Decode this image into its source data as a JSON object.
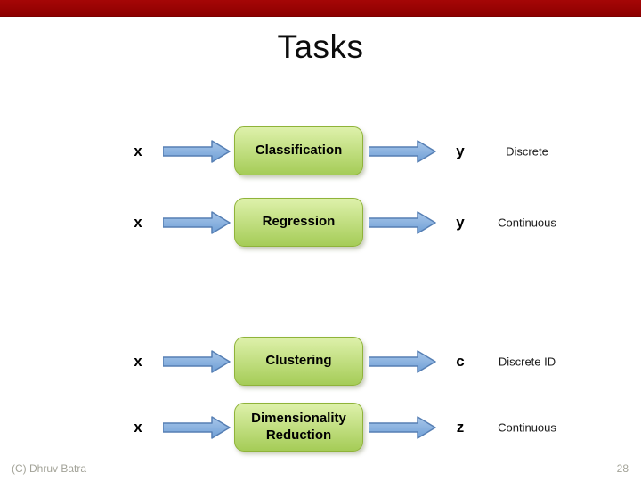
{
  "slide": {
    "title": "Tasks",
    "footer": {
      "credit": "(C) Dhruv Batra",
      "page_number": "28"
    }
  },
  "rows": [
    {
      "input": "x",
      "task": "Classification",
      "output": "y",
      "output_type": "Discrete"
    },
    {
      "input": "x",
      "task": "Regression",
      "output": "y",
      "output_type": "Continuous"
    },
    {
      "input": "x",
      "task": "Clustering",
      "output": "c",
      "output_type": "Discrete ID"
    },
    {
      "input": "x",
      "task": "Dimensionality Reduction",
      "output": "z",
      "output_type": "Continuous"
    }
  ],
  "colors": {
    "top_bar": "#9B0303",
    "task_box_gradient_top": "#DEF1AB",
    "task_box_gradient_bottom": "#A5CC57",
    "task_box_border": "#8FB339",
    "arrow_fill_top": "#A9C7EA",
    "arrow_fill_bottom": "#6F9FD6",
    "arrow_border": "#567FB4",
    "footer_text": "#A3A398"
  }
}
